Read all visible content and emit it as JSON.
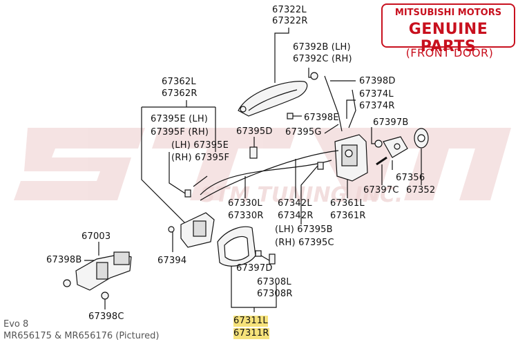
{
  "badge": {
    "brand": "MITSUBISHI MOTORS",
    "title": "GENUINE PARTS",
    "subtitle": "(FRONT DOOR)"
  },
  "footer": {
    "model": "Evo 8",
    "parts": "MR656175 & MR656176 (Pictured)"
  },
  "watermark": "STM TUNING INC.",
  "colors": {
    "accent": "#c8101e",
    "highlight": "#f6e27a",
    "line": "#111111"
  },
  "labels": {
    "p67322L": "67322L",
    "p67322R": "67322R",
    "p67392B": "67392B (LH)",
    "p67392C": "67392C (RH)",
    "p67398D": "67398D",
    "p67374L": "67374L",
    "p67374R": "67374R",
    "p67362L": "67362L",
    "p67362R": "67362R",
    "p67395E": "67395E (LH)",
    "p67395F": "67395F (RH)",
    "p67395E2": "(LH) 67395E",
    "p67395F2": "(RH) 67395F",
    "p67398E": "67398E",
    "p67395D": "67395D",
    "p67395G": "67395G",
    "p67397B": "67397B",
    "p67356": "67356",
    "p67352": "67352",
    "p67397C": "67397C",
    "p67330L": "67330L",
    "p67330R": "67330R",
    "p67342L": "67342L",
    "p67342R": "67342R",
    "p67361L": "67361L",
    "p67361R": "67361R",
    "p67395B": "(LH) 67395B",
    "p67395C": "(RH) 67395C",
    "p67003": "67003",
    "p67398B": "67398B",
    "p67394": "67394",
    "p67397D": "67397D",
    "p67308L": "67308L",
    "p67308R": "67308R",
    "p67398C": "67398C",
    "p67311L": "67311L",
    "p67311R": "67311R"
  }
}
